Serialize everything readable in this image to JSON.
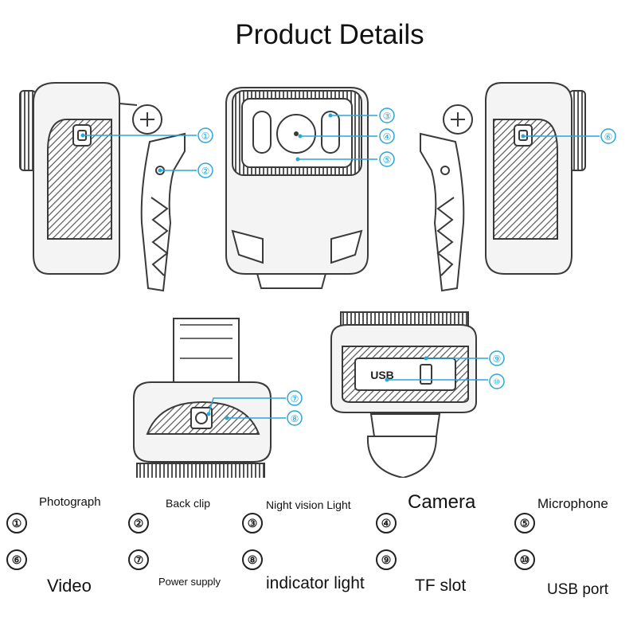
{
  "title": "Product Details",
  "colors": {
    "callout": "#2aa6d8",
    "outline": "#3a3a3a",
    "fill": "#f2f2f2",
    "dark": "#444444"
  },
  "callouts": {
    "c1": "①",
    "c2": "②",
    "c3": "③",
    "c4": "④",
    "c5": "⑤",
    "c6": "⑥",
    "c7": "⑦",
    "c8": "⑧",
    "c9": "⑨",
    "c10": "⑩"
  },
  "usb_label": "USB",
  "legend": [
    {
      "number": "①",
      "label": "Photograph"
    },
    {
      "number": "②",
      "label": "Back clip"
    },
    {
      "number": "③",
      "label": "Night vision Light"
    },
    {
      "number": "④",
      "label": "Camera"
    },
    {
      "number": "⑤",
      "label": "Microphone"
    },
    {
      "number": "⑥",
      "label": "Video"
    },
    {
      "number": "⑦",
      "label": "Power supply"
    },
    {
      "number": "⑧",
      "label": "indicator light"
    },
    {
      "number": "⑨",
      "label": "TF slot"
    },
    {
      "number": "⑩",
      "label": "USB port"
    }
  ]
}
